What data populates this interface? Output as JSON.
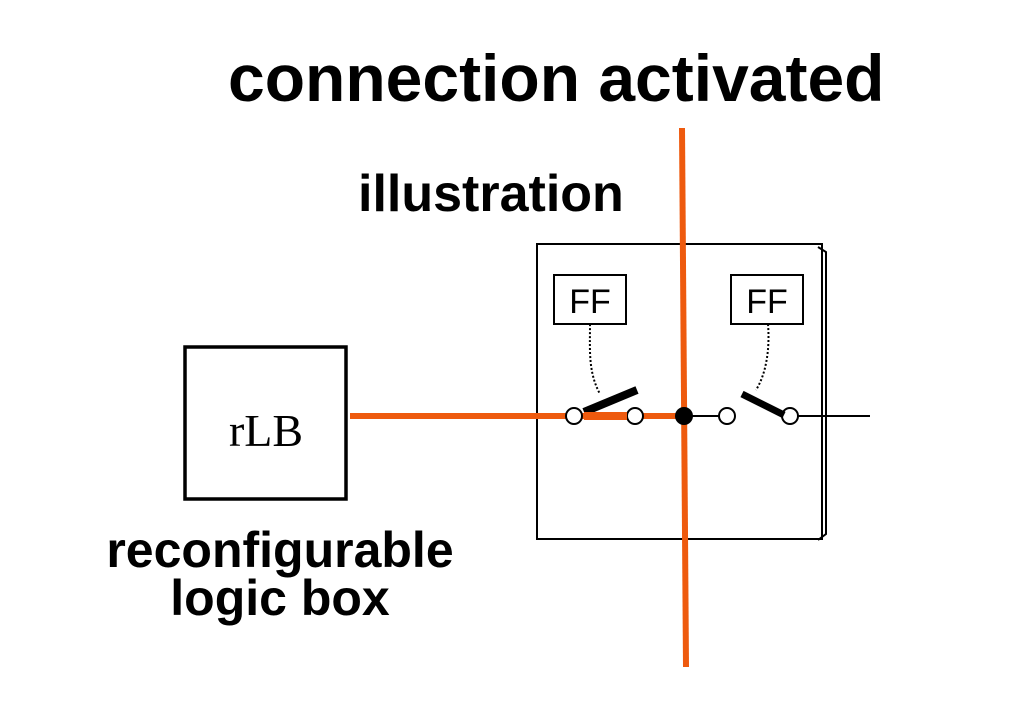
{
  "title": "connection activated",
  "subtitle": "illustration",
  "rlb": {
    "label": "rLB"
  },
  "caption": {
    "line1": "reconfigurable",
    "line2": "logic box"
  },
  "flipflops": [
    {
      "label": "FF"
    },
    {
      "label": "FF"
    }
  ],
  "colors": {
    "active_wire": "#ee5a0e",
    "ink": "#000000"
  }
}
